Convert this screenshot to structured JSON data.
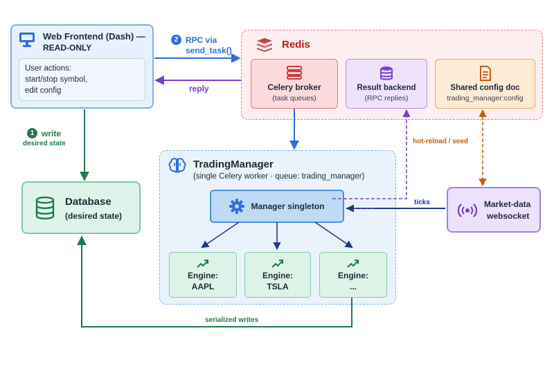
{
  "frontend": {
    "title_line1": "Web Frontend (Dash) —",
    "title_line2": "READ-ONLY",
    "actions": [
      "User actions:",
      "start/stop symbol,",
      "edit config"
    ]
  },
  "rpc": {
    "step": "2",
    "line1": "RPC via",
    "line2": "send_task()"
  },
  "reply": "reply",
  "write": {
    "step": "1",
    "line1": "write",
    "line2": "desired state"
  },
  "redis": {
    "title": "Redis",
    "broker": {
      "title": "Celery broker",
      "sub": "(task queues)"
    },
    "result": {
      "title": "Result backend",
      "sub": "(RPC replies)"
    },
    "config": {
      "title": "Shared config doc",
      "sub": "trading_manager:config"
    }
  },
  "hot_reload": "hot-reload / seed",
  "database": {
    "title": "Database",
    "sub": "(desired state)"
  },
  "trading_manager": {
    "title": "TradingManager",
    "sub": "(single Celery worker · queue: trading_manager)",
    "singleton": "Manager singleton",
    "engines": [
      {
        "label": "Engine:",
        "symbol": "AAPL"
      },
      {
        "label": "Engine:",
        "symbol": "TSLA"
      },
      {
        "label": "Engine:",
        "symbol": "..."
      }
    ]
  },
  "ticks": "ticks",
  "market_data": {
    "line1": "Market-data",
    "line2": "websocket"
  },
  "serialized_writes": "serialized writes",
  "colors": {
    "blue": "#2f6fd6",
    "green": "#1f7a4c",
    "purple": "#7b3fd0",
    "orange": "#c25e10",
    "red": "#d23a3a",
    "navy": "#1e3a8a"
  }
}
